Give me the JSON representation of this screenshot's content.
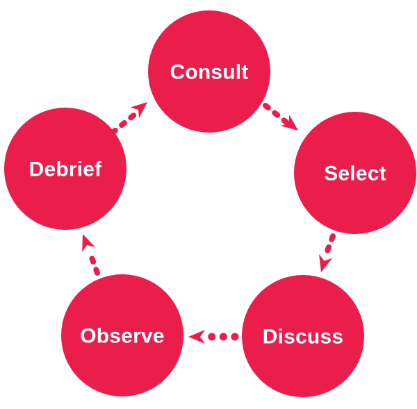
{
  "diagram": {
    "type": "cycle",
    "direction": "clockwise",
    "steps": [
      {
        "label": "Consult"
      },
      {
        "label": "Select"
      },
      {
        "label": "Discuss"
      },
      {
        "label": "Observe"
      },
      {
        "label": "Debrief"
      }
    ],
    "connections": [
      {
        "from": "Consult",
        "to": "Select"
      },
      {
        "from": "Select",
        "to": "Discuss"
      },
      {
        "from": "Discuss",
        "to": "Observe"
      },
      {
        "from": "Observe",
        "to": "Debrief"
      },
      {
        "from": "Debrief",
        "to": "Consult"
      }
    ],
    "colors": {
      "node_fill": "#EB1D4B",
      "label": "#FFFFFF"
    }
  }
}
